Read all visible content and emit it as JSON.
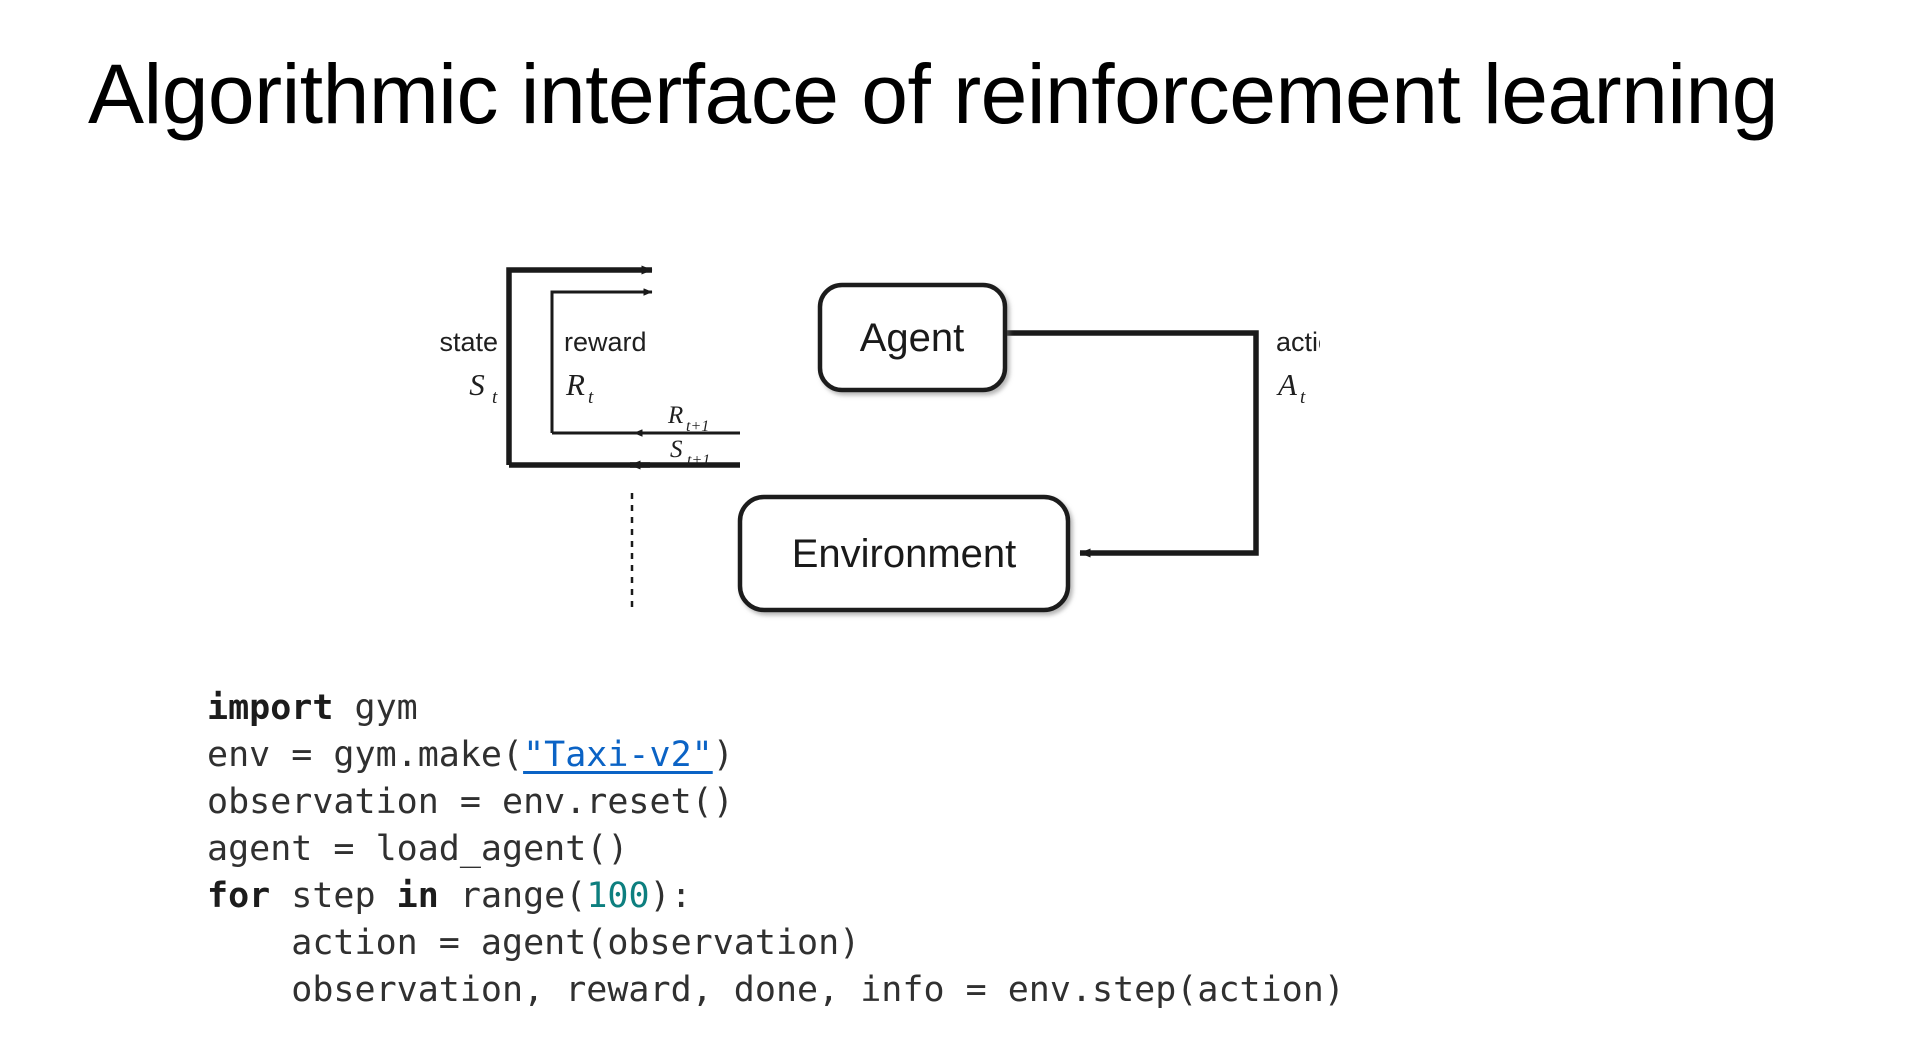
{
  "slide": {
    "title": "Algorithmic interface of reinforcement learning",
    "background_color": "#ffffff"
  },
  "diagram": {
    "name": "agent-environment-interaction-loop",
    "nodes": {
      "agent": "Agent",
      "environment": "Environment"
    },
    "labels": {
      "state_word": "state",
      "state_symbol": "S",
      "state_subscript": "t",
      "reward_word": "reward",
      "reward_symbol": "R",
      "reward_subscript": "t",
      "action_word": "action",
      "action_symbol": "A",
      "action_subscript": "t",
      "next_reward_symbol": "R",
      "next_reward_subscript": "t+1",
      "next_state_symbol": "S",
      "next_state_subscript": "t+1"
    },
    "colors": {
      "stroke": "#1a1a1a",
      "box_fill": "#ffffff",
      "text": "#1f1f1f"
    }
  },
  "code": {
    "language": "python",
    "link_text": "\"Taxi-v2\"",
    "link_color": "#0b63c5",
    "number_color": "#0d7f7f",
    "text_color": "#303030",
    "lines": [
      {
        "id": "line-1",
        "segments": [
          {
            "text": "import",
            "style": "kw"
          },
          {
            "text": " gym",
            "style": "plain"
          }
        ]
      },
      {
        "id": "line-2",
        "segments": [
          {
            "text": "env = gym.make(",
            "style": "plain"
          },
          {
            "text": "\"Taxi-v2\"",
            "style": "link"
          },
          {
            "text": ")",
            "style": "plain"
          }
        ]
      },
      {
        "id": "line-3",
        "segments": [
          {
            "text": "observation = env.reset()",
            "style": "plain"
          }
        ]
      },
      {
        "id": "line-4",
        "segments": [
          {
            "text": "agent = load_agent()",
            "style": "plain"
          }
        ]
      },
      {
        "id": "line-5",
        "segments": [
          {
            "text": "for",
            "style": "kw"
          },
          {
            "text": " step ",
            "style": "plain"
          },
          {
            "text": "in",
            "style": "kw"
          },
          {
            "text": " range(",
            "style": "plain"
          },
          {
            "text": "100",
            "style": "num"
          },
          {
            "text": "):",
            "style": "plain"
          }
        ]
      },
      {
        "id": "line-6",
        "segments": [
          {
            "text": "    action = agent(observation)",
            "style": "plain"
          }
        ]
      },
      {
        "id": "line-7",
        "segments": [
          {
            "text": "    observation, reward, done, info = env.step(action)",
            "style": "plain"
          }
        ]
      }
    ]
  }
}
